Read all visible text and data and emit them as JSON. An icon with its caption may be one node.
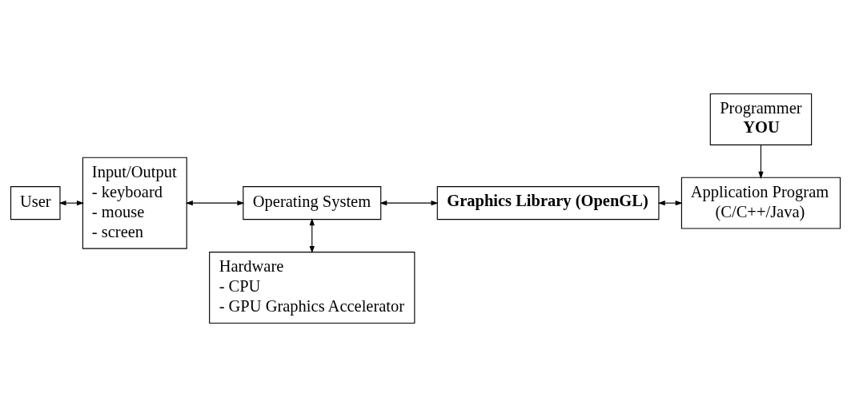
{
  "diagram": {
    "nodes": [
      {
        "text": [
          "User"
        ]
      },
      {
        "text": [
          "Input/Output",
          "- keyboard",
          "- mouse",
          "- screen"
        ]
      },
      {
        "text": [
          "Operating System"
        ]
      },
      {
        "text": [
          "Graphics Library (OpenGL)"
        ]
      },
      {
        "text": [
          "Programmer",
          "YOU"
        ]
      },
      {
        "text": [
          "Application Program",
          "(C/C++/Java)"
        ]
      },
      {
        "text": [
          "Hardware",
          "- CPU",
          "- GPU Graphics Accelerator"
        ]
      }
    ],
    "edges": [
      {
        "from": 0,
        "to": 1,
        "arrow": "both"
      },
      {
        "from": 1,
        "to": 2,
        "arrow": "both"
      },
      {
        "from": 2,
        "to": 3,
        "arrow": "both"
      },
      {
        "from": 3,
        "to": 5,
        "arrow": "both"
      },
      {
        "from": 4,
        "to": 5,
        "arrow": "to"
      },
      {
        "from": 2,
        "to": 6,
        "arrow": "both"
      }
    ]
  }
}
